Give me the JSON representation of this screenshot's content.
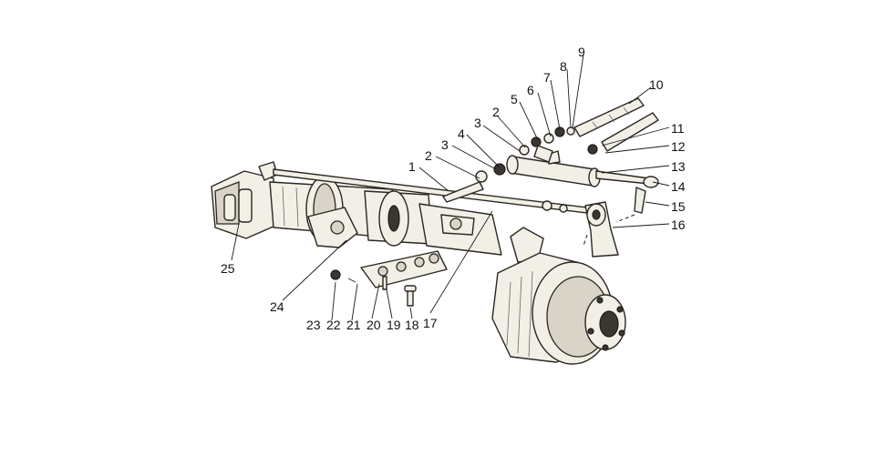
{
  "callouts": {
    "c1": "1",
    "c2a": "2",
    "c3a": "3",
    "c4": "4",
    "c2b": "2",
    "c3b": "3",
    "c5": "5",
    "c6": "6",
    "c7": "7",
    "c8": "8",
    "c9": "9",
    "c10": "10",
    "c11": "11",
    "c12": "12",
    "c13": "13",
    "c14": "14",
    "c15": "15",
    "c16": "16",
    "c17": "17",
    "c18": "18",
    "c19": "19",
    "c20": "20",
    "c21": "21",
    "c22": "22",
    "c23": "23",
    "c24": "24",
    "c25": "25"
  },
  "colors": {
    "ink": "#2a2722",
    "paper": "#f2efe6",
    "shade": "#d9d4c7"
  }
}
